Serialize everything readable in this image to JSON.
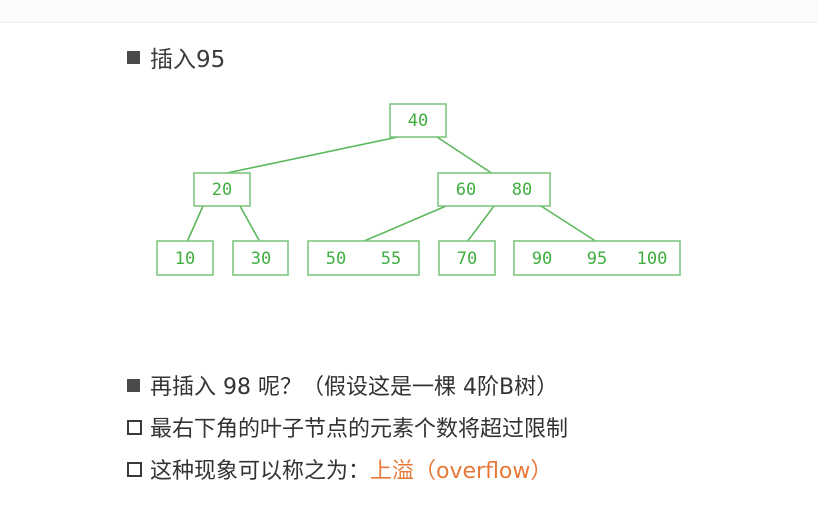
{
  "heading": "插入95",
  "tree": {
    "root": {
      "keys": [
        "40"
      ]
    },
    "level1": [
      {
        "keys": [
          "20"
        ]
      },
      {
        "keys": [
          "60",
          "80"
        ]
      }
    ],
    "leaves": [
      {
        "keys": [
          "10"
        ]
      },
      {
        "keys": [
          "30"
        ]
      },
      {
        "keys": [
          "50",
          "55"
        ]
      },
      {
        "keys": [
          "70"
        ]
      },
      {
        "keys": [
          "90",
          "95",
          "100"
        ]
      }
    ]
  },
  "bullets": [
    {
      "marker": "filled",
      "text": "再插入 98 呢？（假设这是一棵 4阶B树）"
    },
    {
      "marker": "hollow",
      "text": "最右下角的叶子节点的元素个数将超过限制"
    },
    {
      "marker": "hollow",
      "text": "这种现象可以称之为：",
      "highlight": "上溢（overflow）"
    }
  ],
  "colors": {
    "node_border": "#7fc77f",
    "key_text": "#3fae3f",
    "edge": "#5cb85c",
    "highlight": "#e8793a"
  }
}
